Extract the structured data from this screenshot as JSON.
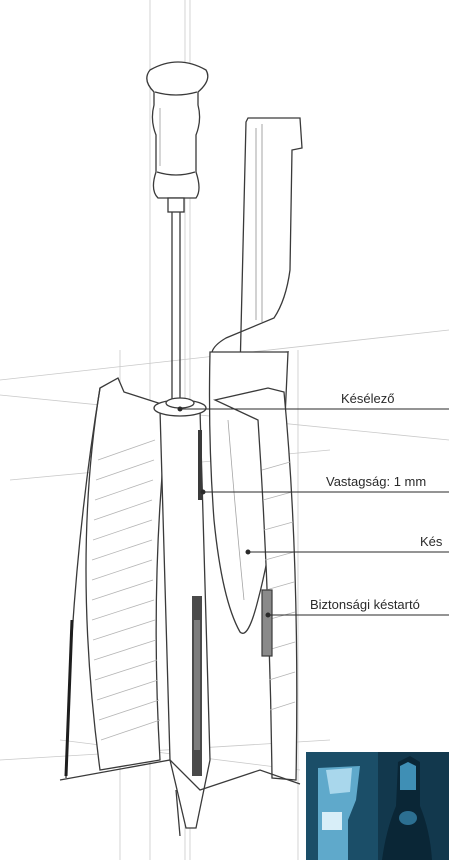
{
  "callouts": [
    {
      "id": "sharpener",
      "label": "Késélező"
    },
    {
      "id": "thickness",
      "label": "Vastagság: 1 mm"
    },
    {
      "id": "knife",
      "label": "Kés"
    },
    {
      "id": "safety-holder",
      "label": "Biztonsági késtartó"
    }
  ],
  "colors": {
    "line": "#3a3a3a",
    "sketch": "#9a9a9a",
    "hatch": "#b5b5b5",
    "detail_dark": "#0f3346",
    "detail_blue": "#6fb6d8"
  }
}
